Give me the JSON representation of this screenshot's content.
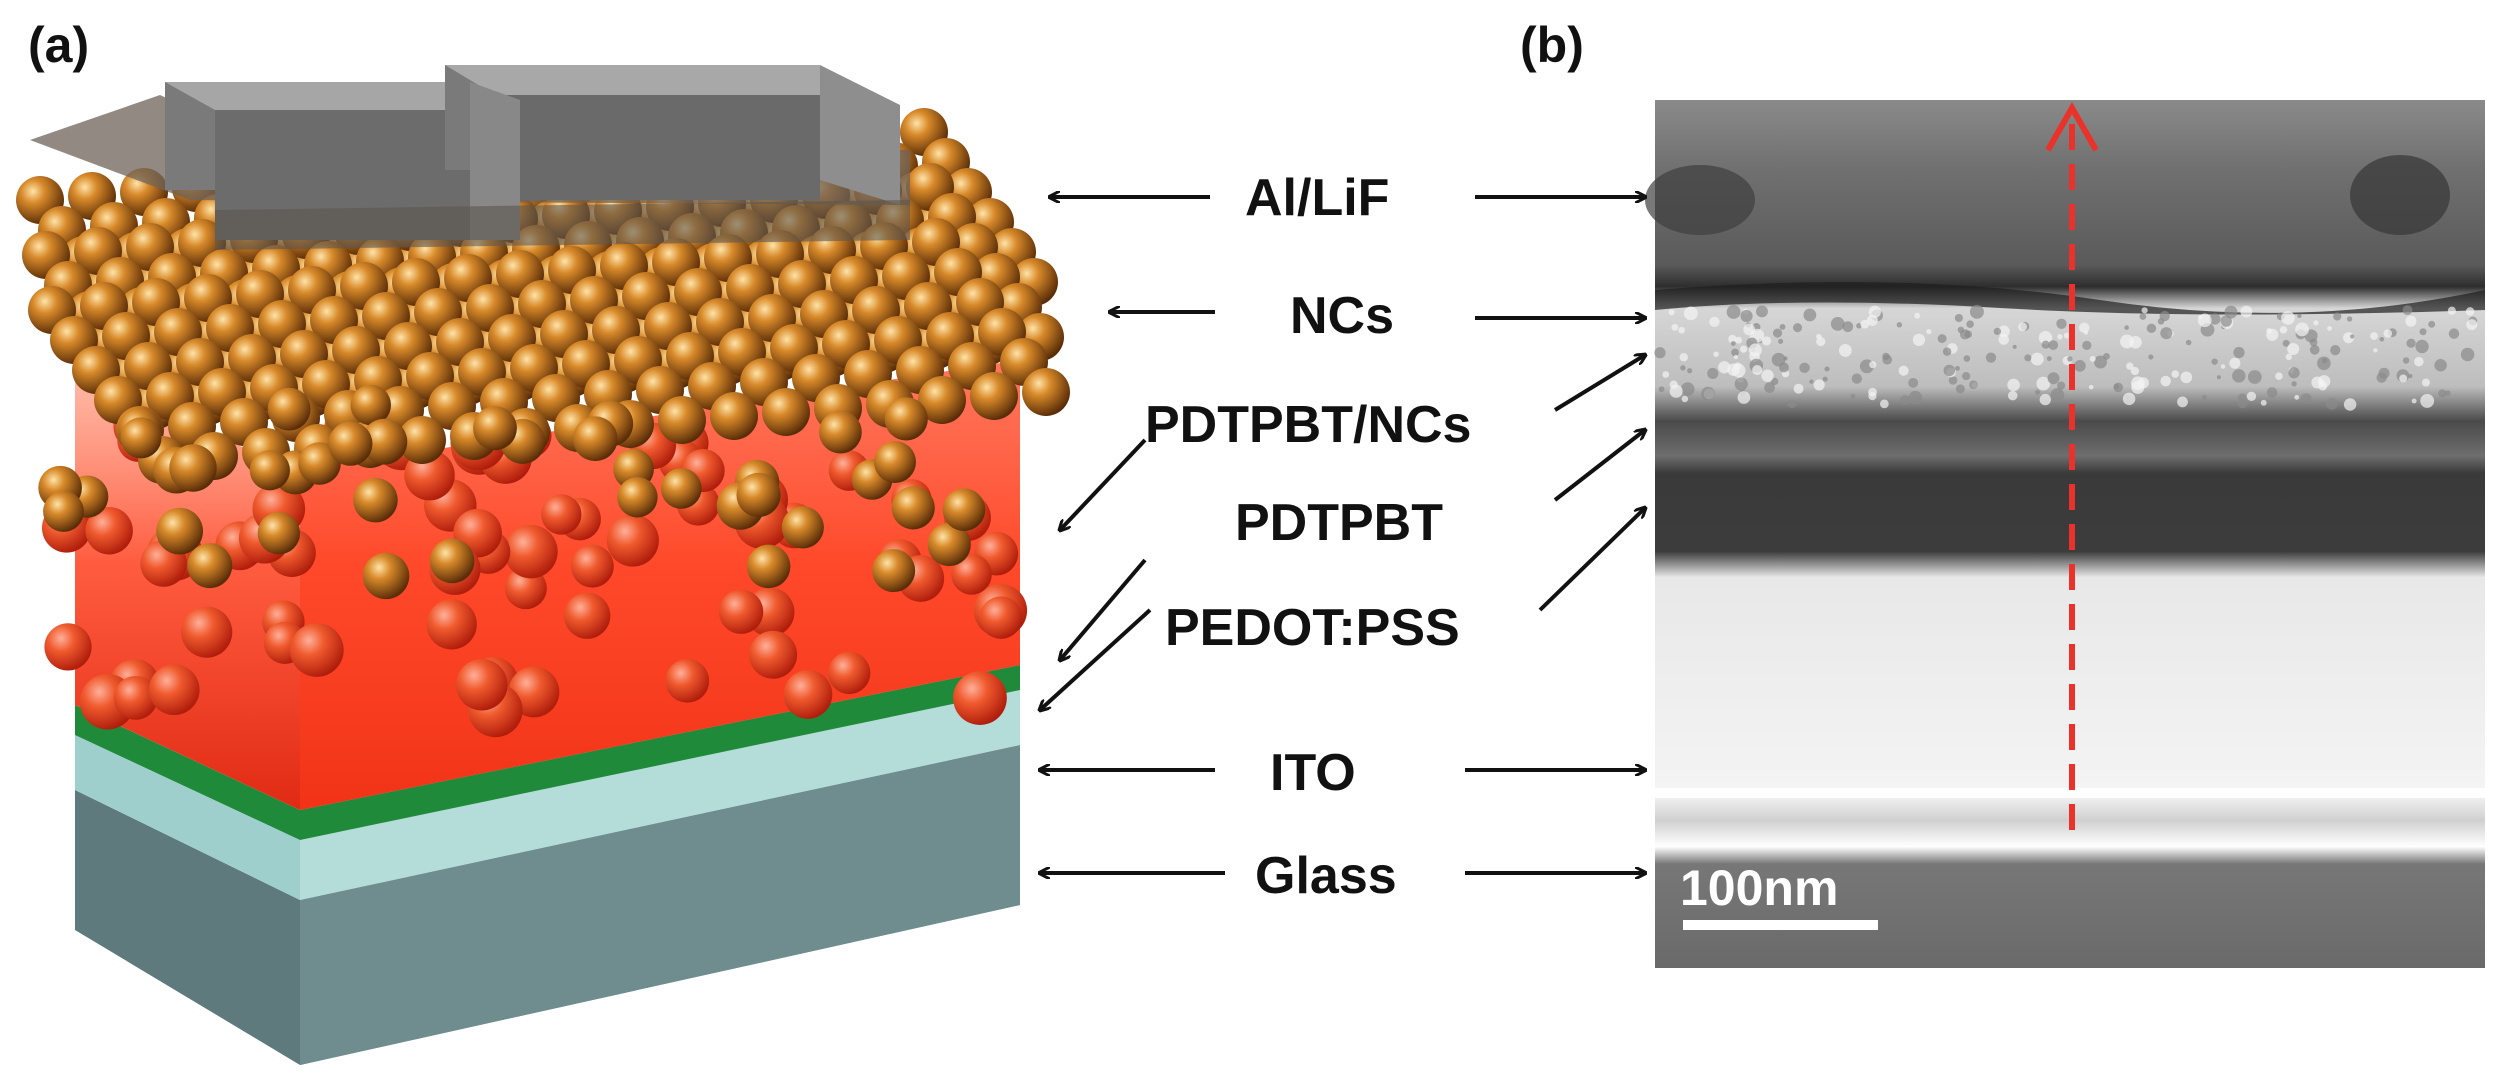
{
  "panels": {
    "a_label": "(a)",
    "b_label": "(b)"
  },
  "layers": [
    {
      "label": "Al/LiF"
    },
    {
      "label": "NCs"
    },
    {
      "label": "PDTPBT/NCs"
    },
    {
      "label": "PDTPBT"
    },
    {
      "label": "PEDOT:PSS"
    },
    {
      "label": "ITO"
    },
    {
      "label": "Glass"
    }
  ],
  "scale_bar": {
    "label": "100nm"
  },
  "colors": {
    "electrode": "#8e8e8e",
    "nanocrystal": "#c8781e",
    "polymer_blend": "#f03a1e",
    "pedot": "#1f8a3a",
    "ito": "#9fcfcc",
    "glass": "#5e7a7c",
    "arrow": "#111111",
    "sem_path_arrow": "#e8322a"
  }
}
